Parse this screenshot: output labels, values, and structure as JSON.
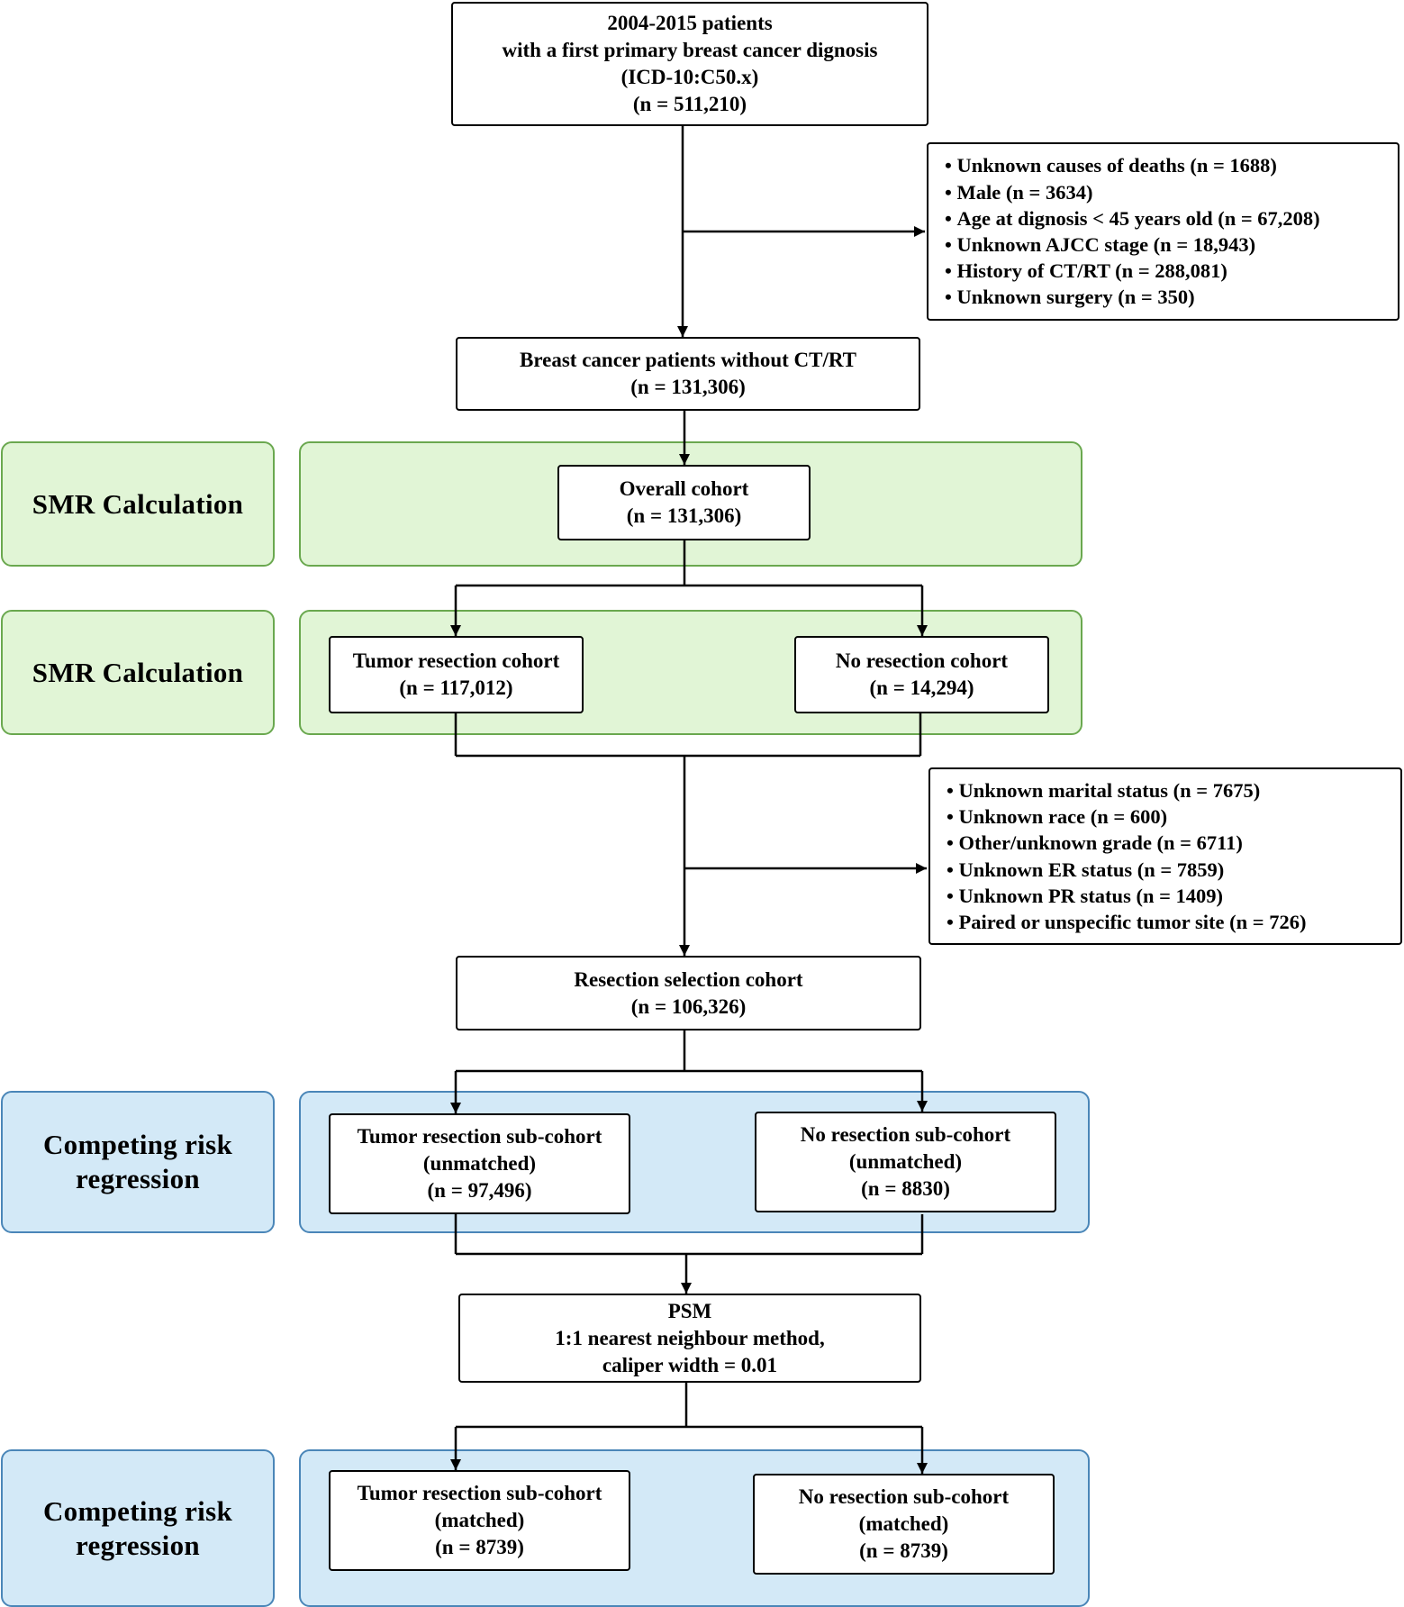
{
  "stages": {
    "smr1": "SMR Calculation",
    "smr2": "SMR Calculation",
    "crr1": [
      "Competing risk",
      "regression"
    ],
    "crr2": [
      "Competing risk",
      "regression"
    ]
  },
  "boxes": {
    "initial": [
      "2004-2015 patients",
      "with a first primary breast cancer dignosis",
      "(ICD-10:C50.x)",
      "(n = 511,210)"
    ],
    "without_ctrt": [
      "Breast cancer patients without CT/RT",
      "(n = 131,306)"
    ],
    "overall": [
      "Overall cohort",
      "(n = 131,306)"
    ],
    "tumor_resection": [
      "Tumor resection cohort",
      "(n = 117,012)"
    ],
    "no_resection": [
      "No resection cohort",
      "(n = 14,294)"
    ],
    "resection_selection": [
      "Resection selection cohort",
      "(n = 106,326)"
    ],
    "tumor_sub_unmatched": [
      "Tumor resection sub-cohort",
      "(unmatched)",
      "(n = 97,496)"
    ],
    "no_sub_unmatched": [
      "No resection sub-cohort",
      "(unmatched)",
      "(n = 8830)"
    ],
    "psm": [
      "PSM",
      "1:1 nearest neighbour method,",
      "caliper width = 0.01"
    ],
    "tumor_sub_matched": [
      "Tumor resection sub-cohort",
      "(matched)",
      "(n = 8739)"
    ],
    "no_sub_matched": [
      "No resection sub-cohort",
      "(matched)",
      "(n = 8739)"
    ]
  },
  "exclusions": {
    "first": [
      "Unknown causes of deaths (n = 1688)",
      "Male (n = 3634)",
      "Age at dignosis < 45 years old (n = 67,208)",
      "Unknown AJCC stage (n = 18,943)",
      "History of CT/RT (n = 288,081)",
      "Unknown surgery (n = 350)"
    ],
    "second": [
      "Unknown marital status (n = 7675)",
      "Unknown race (n = 600)",
      "Other/unknown grade (n = 6711)",
      "Unknown ER status (n = 7859)",
      "Unknown PR status (n = 1409)",
      "Paired or unspecific tumor site (n = 726)"
    ]
  },
  "colors": {
    "green_fill": "#e1f5d6",
    "green_border": "#6aa84f",
    "blue_fill": "#d3e9f7",
    "blue_border": "#4a86b8"
  }
}
